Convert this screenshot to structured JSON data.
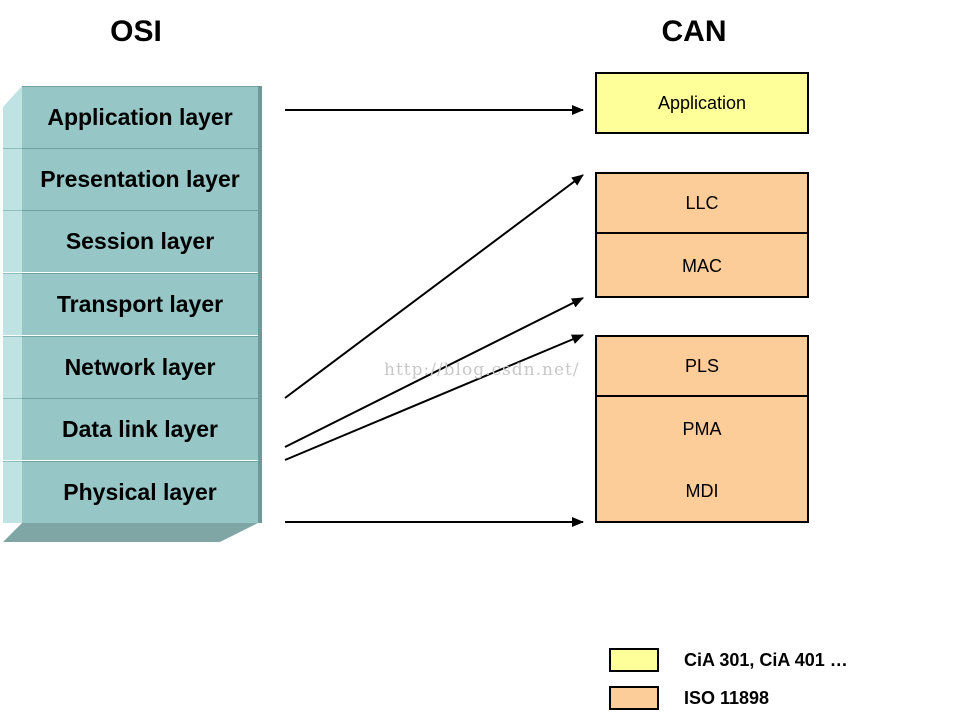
{
  "osi": {
    "title": "OSI",
    "layers": [
      "Application layer",
      "Presentation layer",
      "Session layer",
      "Transport layer",
      "Network layer",
      "Data link layer",
      "Physical layer"
    ],
    "color": "#97c6c6"
  },
  "can": {
    "title": "CAN",
    "boxes": [
      "Application",
      "LLC",
      "MAC",
      "PLS",
      "PMA",
      "MDI"
    ],
    "colors": {
      "application": "#ffff99",
      "iso": "#fccc99"
    }
  },
  "legend": [
    {
      "label": "CiA 301, CiA 401 …",
      "color": "#ffff99"
    },
    {
      "label": "ISO 11898",
      "color": "#fccc99"
    }
  ],
  "watermark": "http://blog.csdn.net/"
}
